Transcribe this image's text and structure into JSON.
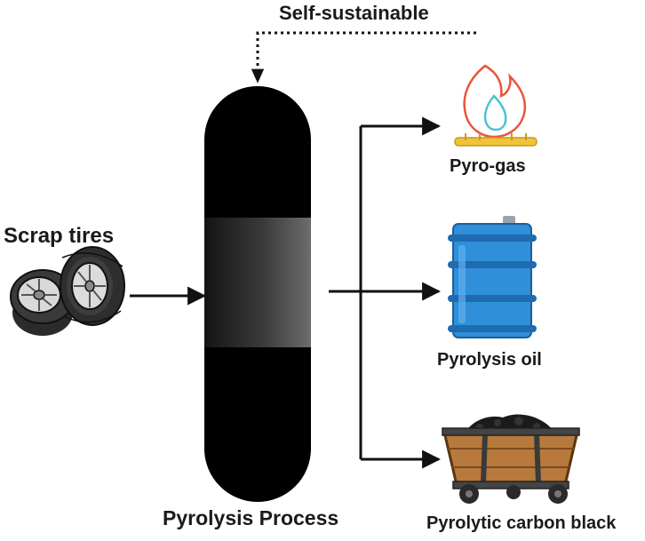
{
  "diagram": {
    "feedback_label": "Self-sustainable",
    "input_label": "Scrap tires",
    "process_label": "Pyrolysis Process",
    "outputs": [
      {
        "label": "Pyro-gas",
        "icon": "gas-flame-icon"
      },
      {
        "label": "Pyrolysis oil",
        "icon": "oil-barrel-icon"
      },
      {
        "label": "Pyrolytic carbon black",
        "icon": "carbon-cart-icon"
      }
    ],
    "input_icon": "scrap-tires-icon",
    "colors": {
      "reactor": "#000000",
      "arrow": "#111111",
      "barrel": "#2f8fd8",
      "flame_outer": "#e8563a",
      "flame_inner": "#4fc0d0",
      "burner": "#f0c43a",
      "cart_wood": "#b77a3c"
    }
  }
}
